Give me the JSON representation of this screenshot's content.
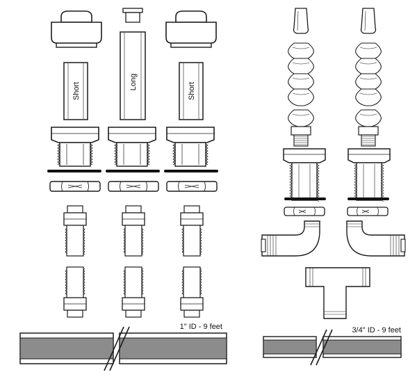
{
  "labels": {
    "short_a": "Short",
    "long": "Long",
    "short_b": "Short",
    "tube_large": "1\" ID - 9 feet",
    "tube_small": "3/4\" ID - 9 feet"
  },
  "colors": {
    "stroke": "#1a1a1a",
    "part_fill": "#ffffff",
    "tube_gray": "#8c8c8c",
    "tube_dark": "#3a3a3a",
    "oring": "#111111"
  },
  "icons": {
    "cap": "end-cap-icon",
    "hex_fitting": "hex-fitting-icon",
    "nipple": "pipe-nipple-icon",
    "elbow": "elbow-fitting-icon",
    "tee": "tee-fitting-icon",
    "segment": "loc-line-segment-icon",
    "nozzle": "flare-nozzle-icon"
  }
}
